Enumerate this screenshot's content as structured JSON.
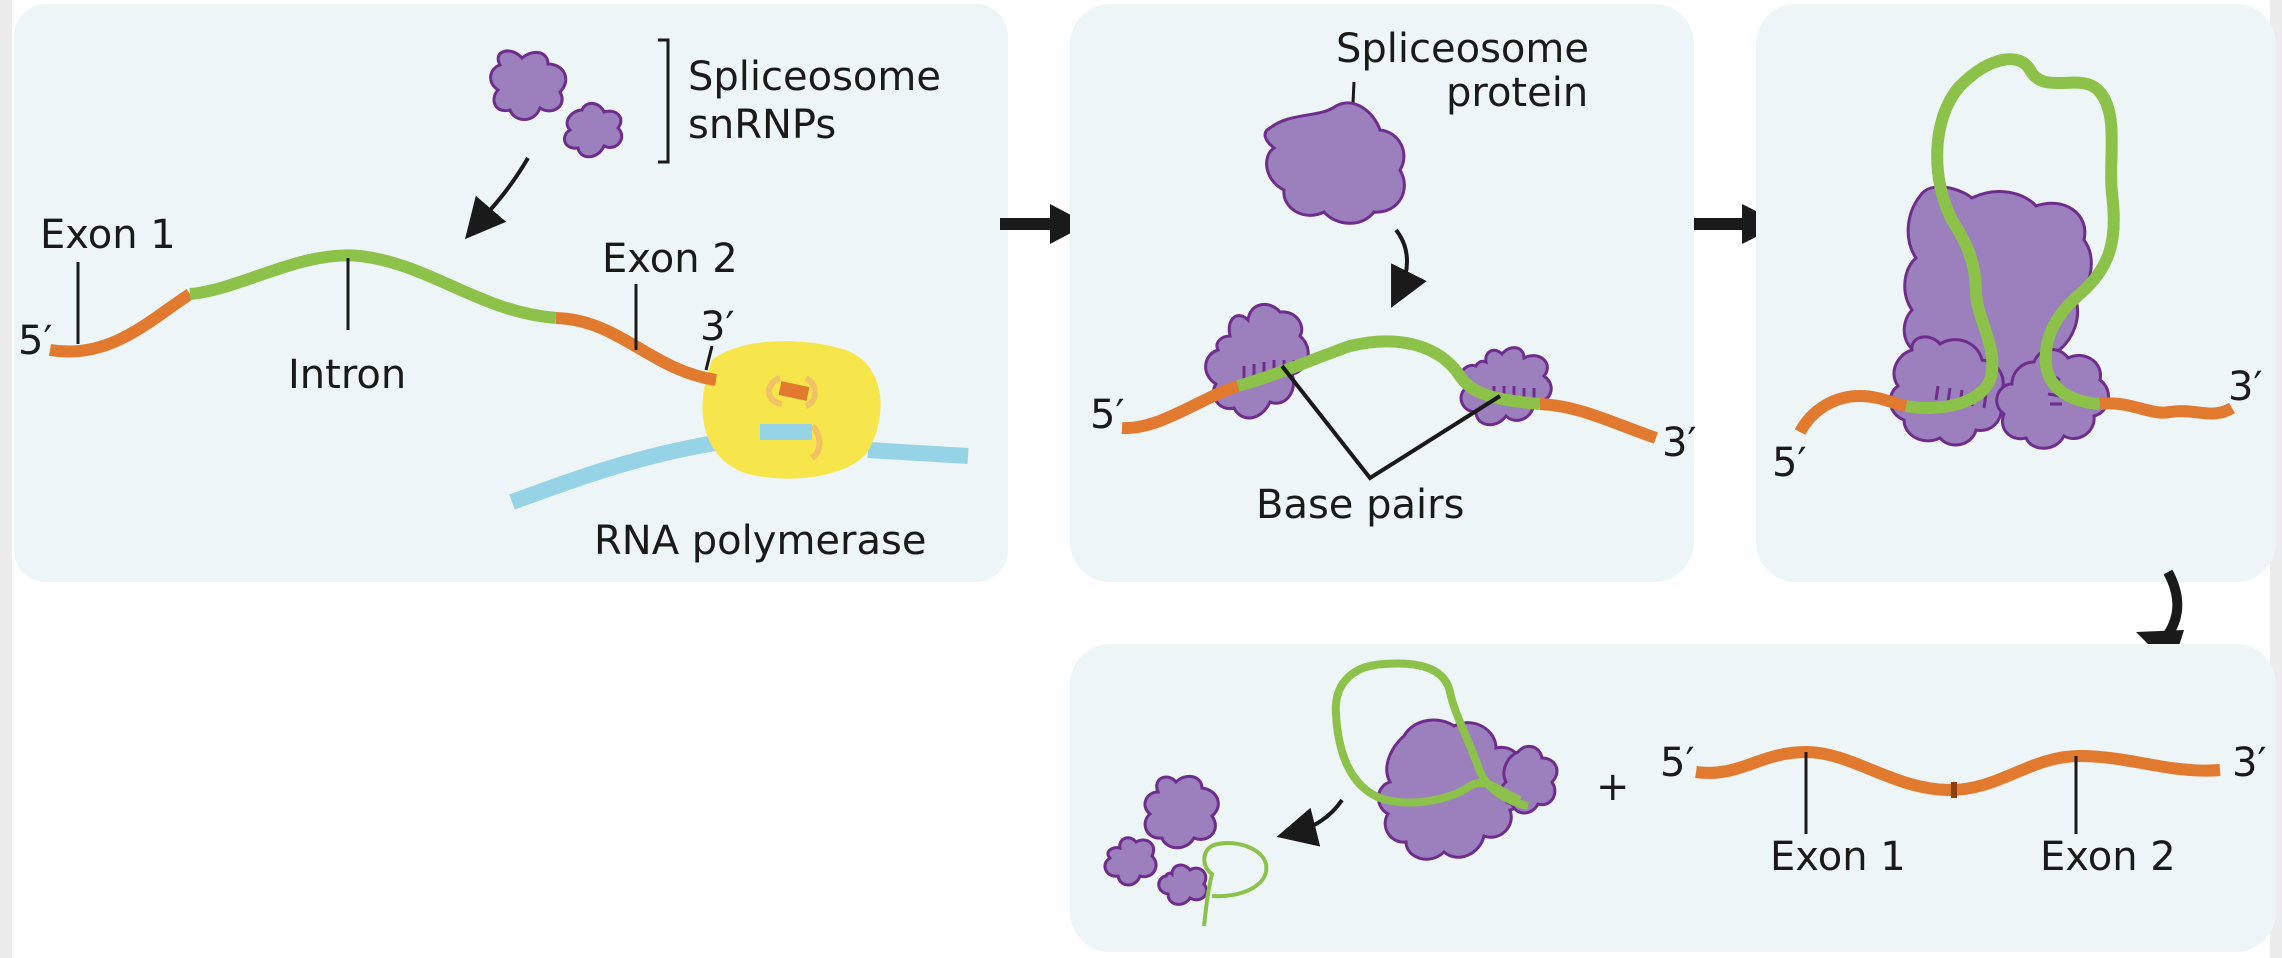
{
  "colors": {
    "panel_bg": "#edf5f6",
    "exon": "#e17a2e",
    "intron": "#8cc24a",
    "protein_fill": "#9c7fbd",
    "protein_stroke": "#6e2d8c",
    "polymerase": "#f7e64b",
    "dna": "#97d3e6",
    "arrow": "#1a1a1a"
  },
  "panel1": {
    "snrnp_label_line1": "Spliceosome",
    "snrnp_label_line2": "snRNPs",
    "exon1_label": "Exon 1",
    "exon2_label": "Exon 2",
    "intron_label": "Intron",
    "five_prime": "5′",
    "three_prime": "3′",
    "polymerase_label": "RNA polymerase"
  },
  "panel2": {
    "protein_label_line1": "Spliceosome",
    "protein_label_line2": "protein",
    "base_pairs_label": "Base pairs",
    "five_prime": "5′",
    "three_prime": "3′"
  },
  "panel3": {
    "five_prime": "5′",
    "three_prime": "3′"
  },
  "panel4": {
    "plus_sign": "+",
    "five_prime": "5′",
    "three_prime": "3′",
    "exon1_label": "Exon 1",
    "exon2_label": "Exon 2"
  }
}
